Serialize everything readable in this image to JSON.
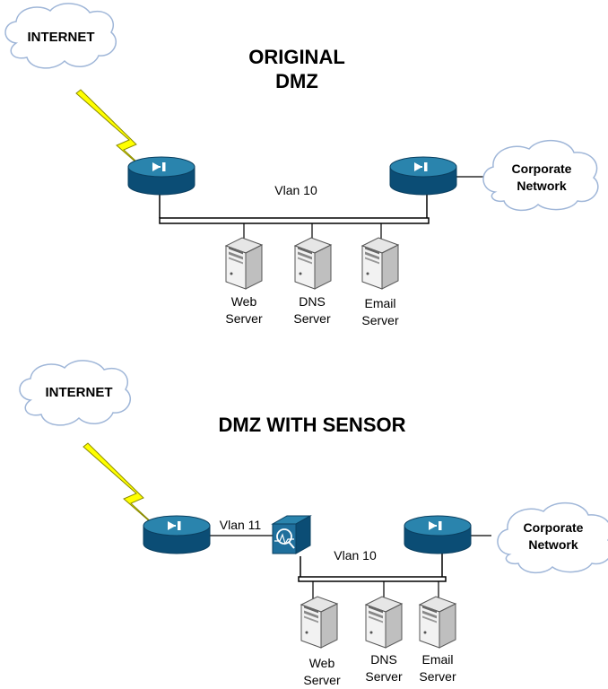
{
  "colors": {
    "router_top": "#2a84ad",
    "router_side": "#0b4d75",
    "bus": "#000000",
    "lightning": "#ffff00",
    "server_body": "#f2f2f2",
    "cloud_stroke": "#9fb6d8"
  },
  "top": {
    "title_line1": "ORIGINAL",
    "title_line2": "DMZ",
    "internet_cloud": "INTERNET",
    "corp_cloud_line1": "Corporate",
    "corp_cloud_line2": "Network",
    "vlan_label": "Vlan 10",
    "servers": [
      {
        "line1": "Web",
        "line2": "Server"
      },
      {
        "line1": "DNS",
        "line2": "Server"
      },
      {
        "line1": "Email",
        "line2": "Server"
      }
    ]
  },
  "bottom": {
    "title": "DMZ WITH SENSOR",
    "internet_cloud": "INTERNET",
    "corp_cloud_line1": "Corporate",
    "corp_cloud_line2": "Network",
    "vlan11_label": "Vlan 11",
    "vlan10_label": "Vlan 10",
    "servers": [
      {
        "line1": "Web",
        "line2": "Server"
      },
      {
        "line1": "DNS",
        "line2": "Server"
      },
      {
        "line1": "Email",
        "line2": "Server"
      }
    ]
  }
}
